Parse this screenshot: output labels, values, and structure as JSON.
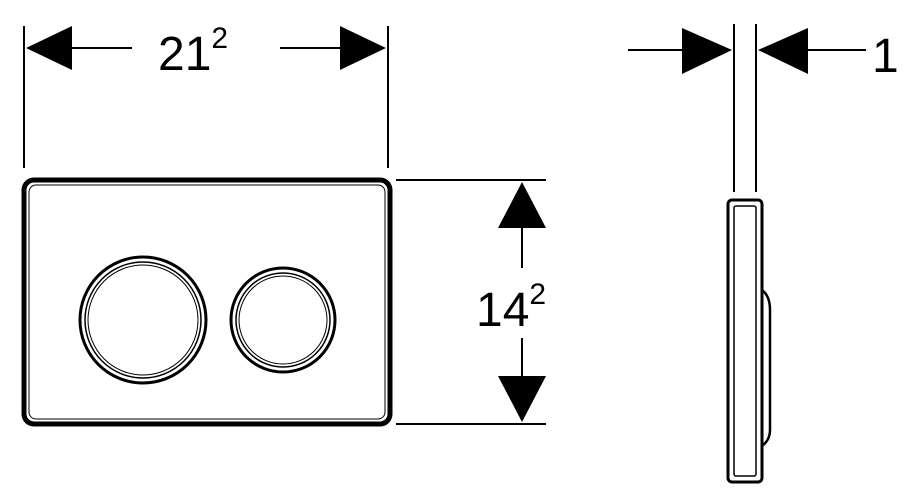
{
  "dimensions": {
    "width": {
      "value": "21",
      "superscript": "2"
    },
    "height": {
      "value": "14",
      "superscript": "2"
    },
    "depth": {
      "value": "1"
    }
  },
  "colors": {
    "line": "#000000",
    "background": "#ffffff"
  },
  "components": {
    "front_view": {
      "buttons": 2
    },
    "side_view": {}
  }
}
